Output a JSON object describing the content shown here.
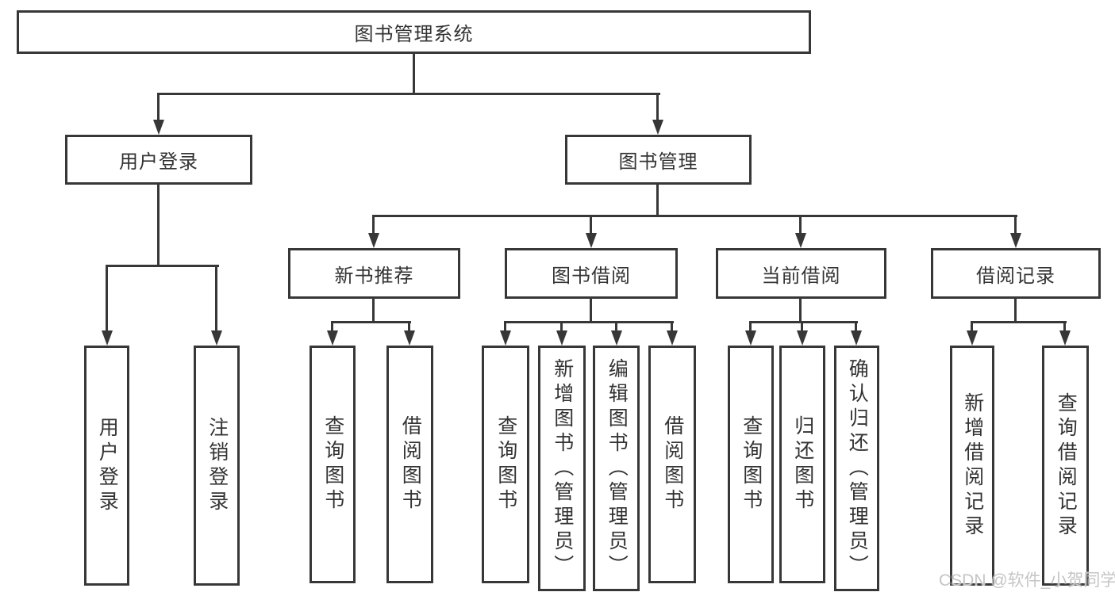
{
  "root": {
    "label": "图书管理系统"
  },
  "login": {
    "label": "用户登录",
    "children": [
      {
        "label": "用户登录"
      },
      {
        "label": "注销登录"
      }
    ]
  },
  "management": {
    "label": "图书管理",
    "groups": [
      {
        "label": "新书推荐",
        "children": [
          {
            "label": "查询图书"
          },
          {
            "label": "借阅图书"
          }
        ]
      },
      {
        "label": "图书借阅",
        "children": [
          {
            "label": "查询图书"
          },
          {
            "label": "新增图书（管理员）"
          },
          {
            "label": "编辑图书（管理员）"
          },
          {
            "label": "借阅图书"
          }
        ]
      },
      {
        "label": "当前借阅",
        "children": [
          {
            "label": "查询图书"
          },
          {
            "label": "归还图书"
          },
          {
            "label": "确认归还（管理员）"
          }
        ]
      },
      {
        "label": "借阅记录",
        "children": [
          {
            "label": "新增借阅记录"
          },
          {
            "label": "查询借阅记录"
          }
        ]
      }
    ]
  },
  "watermark": {
    "text": "CSDN @软件_小贺同学"
  },
  "colors": {
    "line": "#373737",
    "text": "#333333",
    "background": "#ffffff",
    "watermark": "#c5c5c5"
  }
}
